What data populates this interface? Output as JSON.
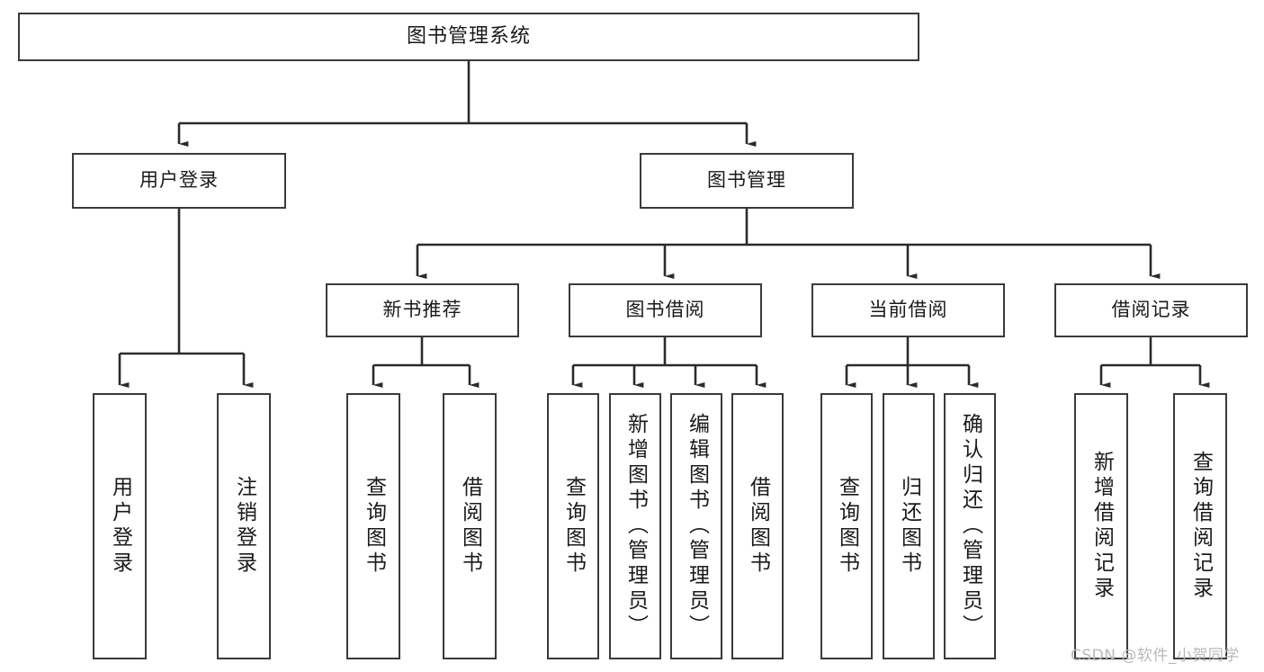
{
  "diagram": {
    "title": "图书管理系统",
    "type": "tree",
    "watermark": "CSDN @软件_小贺同学",
    "colors": {
      "node_border": "#3a3a3a",
      "node_fill": "#ffffff",
      "edge": "#2b2b2b",
      "text": "#1a1a1a",
      "watermark": "#b9b9b9",
      "background": "#ffffff"
    },
    "nodes": {
      "root": {
        "label": "图书管理系统"
      },
      "level2": [
        {
          "id": "user-login",
          "label": "用户登录"
        },
        {
          "id": "book-management",
          "label": "图书管理"
        }
      ],
      "level3": [
        {
          "id": "new-book-recommend",
          "label": "新书推荐"
        },
        {
          "id": "book-borrow",
          "label": "图书借阅"
        },
        {
          "id": "current-borrow",
          "label": "当前借阅"
        },
        {
          "id": "borrow-record",
          "label": "借阅记录"
        }
      ],
      "leaves": {
        "user_login": [
          {
            "id": "leaf-user-login",
            "label": "用户登录"
          },
          {
            "id": "leaf-logout-login",
            "label": "注销登录"
          }
        ],
        "new_book_recommend": [
          {
            "id": "leaf-query-book-1",
            "label": "查询图书"
          },
          {
            "id": "leaf-borrow-book-1",
            "label": "借阅图书"
          }
        ],
        "book_borrow": [
          {
            "id": "leaf-query-book-2",
            "label": "查询图书"
          },
          {
            "id": "leaf-add-book",
            "label": "新增图书（管理员）"
          },
          {
            "id": "leaf-edit-book",
            "label": "编辑图书（管理员）"
          },
          {
            "id": "leaf-borrow-book-2",
            "label": "借阅图书"
          }
        ],
        "current_borrow": [
          {
            "id": "leaf-query-book-3",
            "label": "查询图书"
          },
          {
            "id": "leaf-return-book",
            "label": "归还图书"
          },
          {
            "id": "leaf-confirm-return",
            "label": "确认归还（管理员）"
          }
        ],
        "borrow_record": [
          {
            "id": "leaf-add-borrow-record",
            "label": "新增借阅记录"
          },
          {
            "id": "leaf-query-borrow-record",
            "label": "查询借阅记录"
          }
        ]
      }
    }
  }
}
